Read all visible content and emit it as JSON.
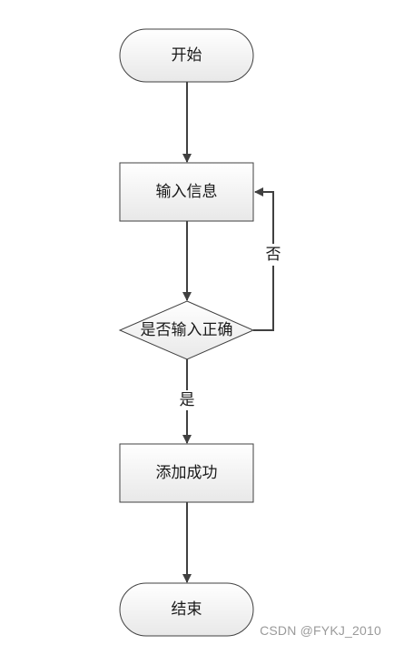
{
  "nodes": {
    "start": {
      "label": "开始",
      "shape": "terminal"
    },
    "input_info": {
      "label": "输入信息",
      "shape": "process"
    },
    "check_input": {
      "label": "是否输入正确",
      "shape": "decision"
    },
    "add_success": {
      "label": "添加成功",
      "shape": "process"
    },
    "end": {
      "label": "结束",
      "shape": "terminal"
    }
  },
  "edges": {
    "yes_label": "是",
    "no_label": "否"
  },
  "watermark": "CSDN @FYKJ_2010",
  "colors": {
    "stroke": "#404040",
    "fill_top": "#ffffff",
    "fill_bottom": "#e6e6e6"
  }
}
